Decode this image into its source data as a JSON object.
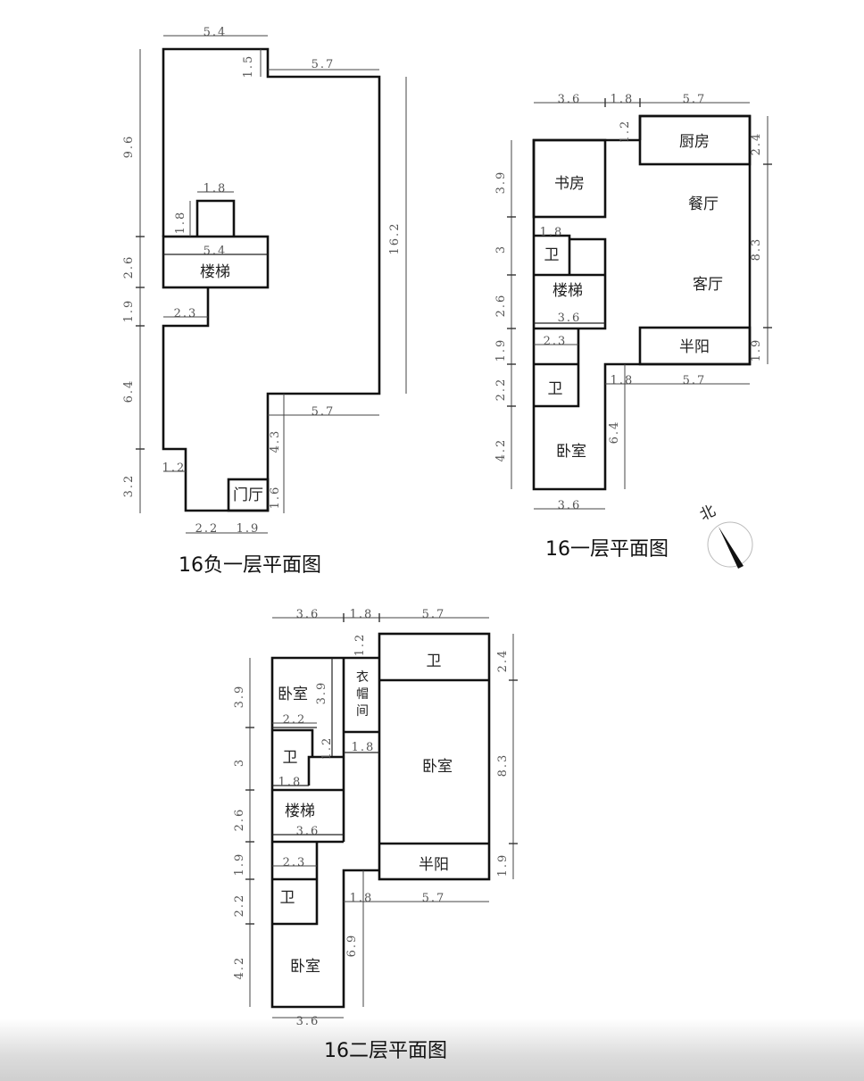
{
  "plans": [
    {
      "title": "16负一层平面图",
      "rooms": [
        "楼梯",
        "门厅"
      ],
      "dims": [
        "5.4",
        "1.5",
        "5.7",
        "16.2",
        "9.6",
        "2.6",
        "1.9",
        "6.4",
        "3.2",
        "1.8",
        "1.8",
        "5.4",
        "2.3",
        "1.2",
        "5.7",
        "4.3",
        "1.6",
        "2.2",
        "1.9"
      ]
    },
    {
      "title": "16一层平面图",
      "rooms": [
        "厨房",
        "书房",
        "餐厅",
        "卫",
        "楼梯",
        "客厅",
        "半阳",
        "卫",
        "卧室"
      ],
      "dims": [
        "3.6",
        "1.8",
        "5.7",
        "1.2",
        "2.4",
        "8.3",
        "1.9",
        "3.9",
        "3",
        "2.6",
        "1.9",
        "2.2",
        "4.2",
        "1.8",
        "3.6",
        "2.3",
        "1.8",
        "5.7",
        "6.4",
        "3.6"
      ]
    },
    {
      "title": "16二层平面图",
      "rooms": [
        "卫",
        "卧室",
        "半阳",
        "卧室",
        "衣帽间",
        "卫",
        "楼梯",
        "卫",
        "卧室"
      ],
      "dims": [
        "3.6",
        "1.8",
        "5.7",
        "1.2",
        "2.4",
        "8.3",
        "1.9",
        "3.9",
        "3",
        "2.6",
        "1.9",
        "2.2",
        "4.2",
        "3.9",
        "2.2",
        "1.2",
        "1.8",
        "1.8",
        "3.6",
        "2.3",
        "1.8",
        "5.7",
        "6.9",
        "3.6"
      ]
    }
  ],
  "compass": {
    "label": "北"
  }
}
